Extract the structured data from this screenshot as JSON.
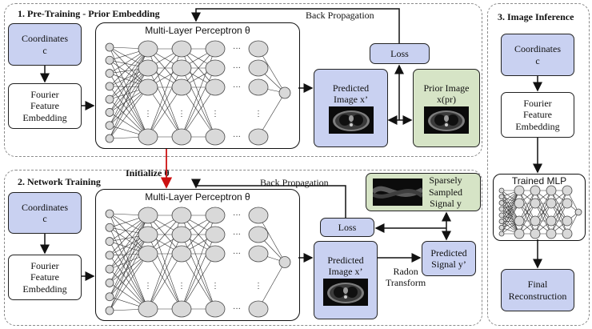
{
  "section1": {
    "title": "1.   Pre-Training - Prior Embedding",
    "coordinates": [
      "Coordinates",
      "c"
    ],
    "fourier": [
      "Fourier",
      "Feature",
      "Embedding"
    ],
    "mlp_title": "Multi-Layer Perceptron θ",
    "predicted": [
      "Predicted",
      "Image x’"
    ],
    "prior": [
      "Prior Image",
      "x(pr)"
    ],
    "loss": "Loss",
    "backprop": "Back Propagation"
  },
  "initialize": "Initialize  θ",
  "section2": {
    "title": "2.   Network Training",
    "coordinates": [
      "Coordinates",
      "c"
    ],
    "fourier": [
      "Fourier",
      "Feature",
      "Embedding"
    ],
    "mlp_title": "Multi-Layer Perceptron θ",
    "predicted": [
      "Predicted",
      "Image x’"
    ],
    "loss": "Loss",
    "backprop": "Back Propagation",
    "sparse": [
      "Sparsely",
      "Sampled",
      "Signal y"
    ],
    "pred_signal": [
      "Predicted",
      "Signal y’"
    ],
    "radon": [
      "Radon",
      "Transform"
    ]
  },
  "section3": {
    "title": "3. Image Inference",
    "coordinates": [
      "Coordinates",
      "c"
    ],
    "fourier": [
      "Fourier",
      "Feature",
      "Embedding"
    ],
    "trained_mlp": "Trained MLP",
    "final": [
      "Final",
      "Reconstruction"
    ]
  },
  "colors": {
    "blue": "#c9d1f1",
    "green": "#d6e4c6",
    "arrow_red": "#cc1111",
    "neuron": "#d9d9d9"
  }
}
